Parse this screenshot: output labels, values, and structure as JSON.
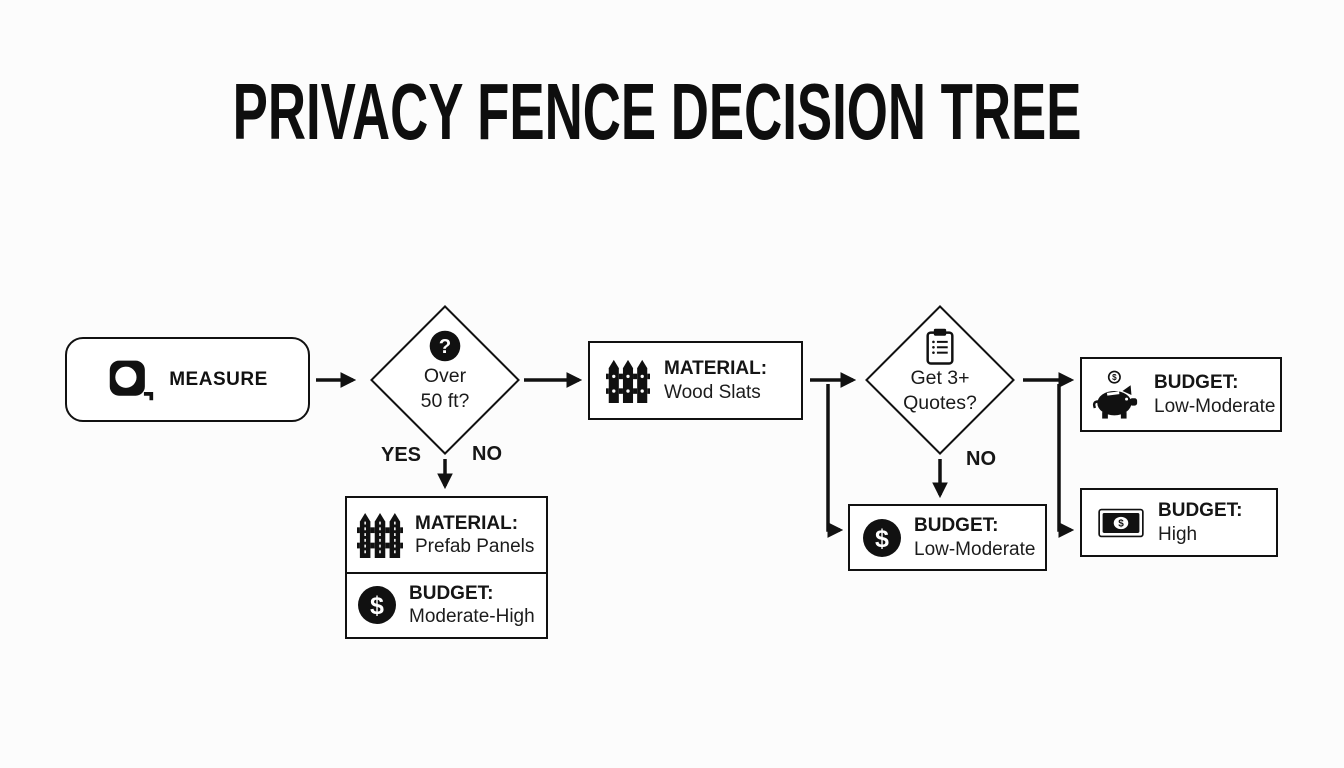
{
  "title": "PRIVACY FENCE DECISION TREE",
  "colors": {
    "ink": "#111111",
    "paper": "#fcfcfc",
    "node_fill": "#ffffff"
  },
  "nodes": {
    "measure": {
      "label": "MEASURE",
      "icon": "tape-measure-icon"
    },
    "over_50": {
      "line1": "Over",
      "line2": "50 ft?",
      "icon": "question-mark-icon"
    },
    "material_wood": {
      "heading": "MATERIAL:",
      "value": "Wood Slats",
      "icon": "picket-fence-icon"
    },
    "get_quotes": {
      "line1": "Get 3+",
      "line2": "Quotes?",
      "icon": "clipboard-icon"
    },
    "material_prefab": {
      "heading": "MATERIAL:",
      "value": "Prefab Panels",
      "icon": "prefab-panels-icon"
    },
    "budget_moderate_high": {
      "heading": "BUDGET:",
      "value": "Moderate-High",
      "icon": "dollar-coin-icon"
    },
    "budget_low_moderate_center": {
      "heading": "BUDGET:",
      "value": "Low-Moderate",
      "icon": "dollar-coin-icon"
    },
    "budget_low_moderate_right": {
      "heading": "BUDGET:",
      "value": "Low-Moderate",
      "icon": "piggy-bank-icon"
    },
    "budget_high": {
      "heading": "BUDGET:",
      "value": "High",
      "icon": "money-bill-icon"
    }
  },
  "edge_labels": {
    "yes": "YES",
    "no_over_50": "NO",
    "no_quotes": "NO"
  },
  "edges": [
    {
      "from": "measure",
      "to": "over_50"
    },
    {
      "from": "over_50",
      "to": "material_wood"
    },
    {
      "from": "over_50",
      "to": "material_prefab",
      "labels_beside": [
        "YES",
        "NO"
      ]
    },
    {
      "from": "material_wood",
      "to": "get_quotes"
    },
    {
      "from": "material_wood",
      "to": "budget_low_moderate_center"
    },
    {
      "from": "get_quotes",
      "to": "budget_low_moderate_center",
      "label": "NO"
    },
    {
      "from": "get_quotes",
      "to": "budget_low_moderate_right"
    },
    {
      "from": "get_quotes",
      "to": "budget_high"
    }
  ],
  "icon_glyphs": {
    "question_mark": "?",
    "dollar": "$"
  }
}
